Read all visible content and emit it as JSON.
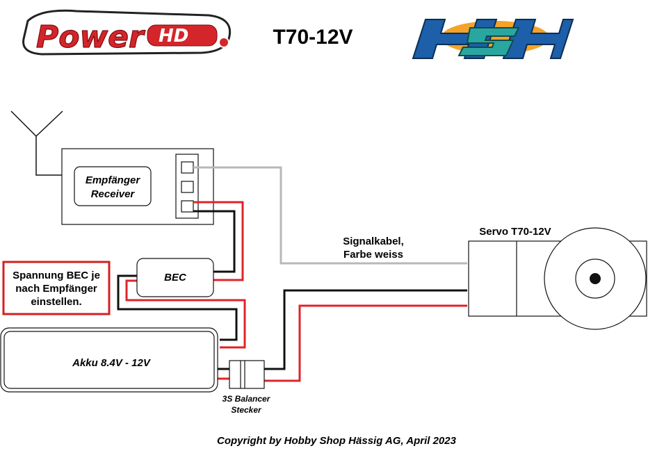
{
  "header": {
    "title": "T70-12V",
    "logo_left_text": "Power HD",
    "logo_right_text": "HSH"
  },
  "receiver": {
    "label_line1": "Empfänger",
    "label_line2": "Receiver"
  },
  "bec": {
    "label": "BEC"
  },
  "note": {
    "line1": "Spannung BEC je",
    "line2": "nach Empfänger",
    "line3": "einstellen."
  },
  "battery": {
    "label": "Akku 8.4V - 12V"
  },
  "balancer": {
    "label_line1": "3S Balancer",
    "label_line2": "Stecker"
  },
  "signal_cable": {
    "label_line1": "Signalkabel,",
    "label_line2": "Farbe weiss"
  },
  "servo": {
    "label": "Servo T70-12V"
  },
  "footer": {
    "copyright": "Copyright by Hobby Shop Hässig AG, April 2023"
  },
  "colors": {
    "wire_red": "#e0232a",
    "wire_black": "#111111",
    "wire_signal": "#b8b8b8",
    "note_border": "#d42020",
    "logo_red": "#d4252a",
    "logo_blue": "#1d5fa8",
    "logo_teal": "#2aa6a0",
    "logo_orange": "#f3a327"
  }
}
